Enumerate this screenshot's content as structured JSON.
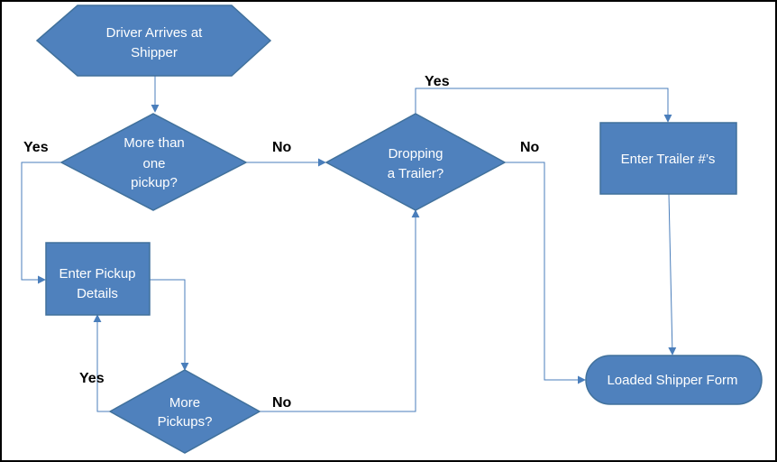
{
  "colors": {
    "node_fill": "#4f81bd",
    "node_stroke": "#41719c",
    "edge": "#4a7ebb",
    "frame": "#000000",
    "label_text": "#ffffff",
    "edge_text": "#000000"
  },
  "nodes": {
    "start": {
      "shape": "hexagon",
      "lines": [
        "Driver Arrives at",
        "Shipper"
      ]
    },
    "more_than_one": {
      "shape": "diamond",
      "lines": [
        "More than",
        "one",
        "pickup?"
      ]
    },
    "enter_pickup": {
      "shape": "rectangle",
      "lines": [
        "Enter  Pickup",
        "Details"
      ]
    },
    "more_pickups": {
      "shape": "diamond",
      "lines": [
        "More",
        "Pickups?"
      ]
    },
    "dropping_trailer": {
      "shape": "diamond",
      "lines": [
        "Dropping",
        "a Trailer?"
      ]
    },
    "enter_trailer": {
      "shape": "rectangle",
      "lines": [
        "Enter Trailer #’s"
      ]
    },
    "loaded_form": {
      "shape": "rounded-rectangle",
      "lines": [
        "Loaded Shipper Form"
      ]
    }
  },
  "edges": [
    {
      "from": "start",
      "to": "more_than_one",
      "label": ""
    },
    {
      "from": "more_than_one",
      "to": "enter_pickup",
      "label": "Yes"
    },
    {
      "from": "more_than_one",
      "to": "dropping_trailer",
      "label": "No"
    },
    {
      "from": "enter_pickup",
      "to": "more_pickups",
      "label": ""
    },
    {
      "from": "more_pickups",
      "to": "enter_pickup",
      "label": "Yes"
    },
    {
      "from": "more_pickups",
      "to": "dropping_trailer",
      "label": "No"
    },
    {
      "from": "dropping_trailer",
      "to": "enter_trailer",
      "label": "Yes"
    },
    {
      "from": "dropping_trailer",
      "to": "loaded_form",
      "label": "No"
    },
    {
      "from": "enter_trailer",
      "to": "loaded_form",
      "label": ""
    }
  ]
}
